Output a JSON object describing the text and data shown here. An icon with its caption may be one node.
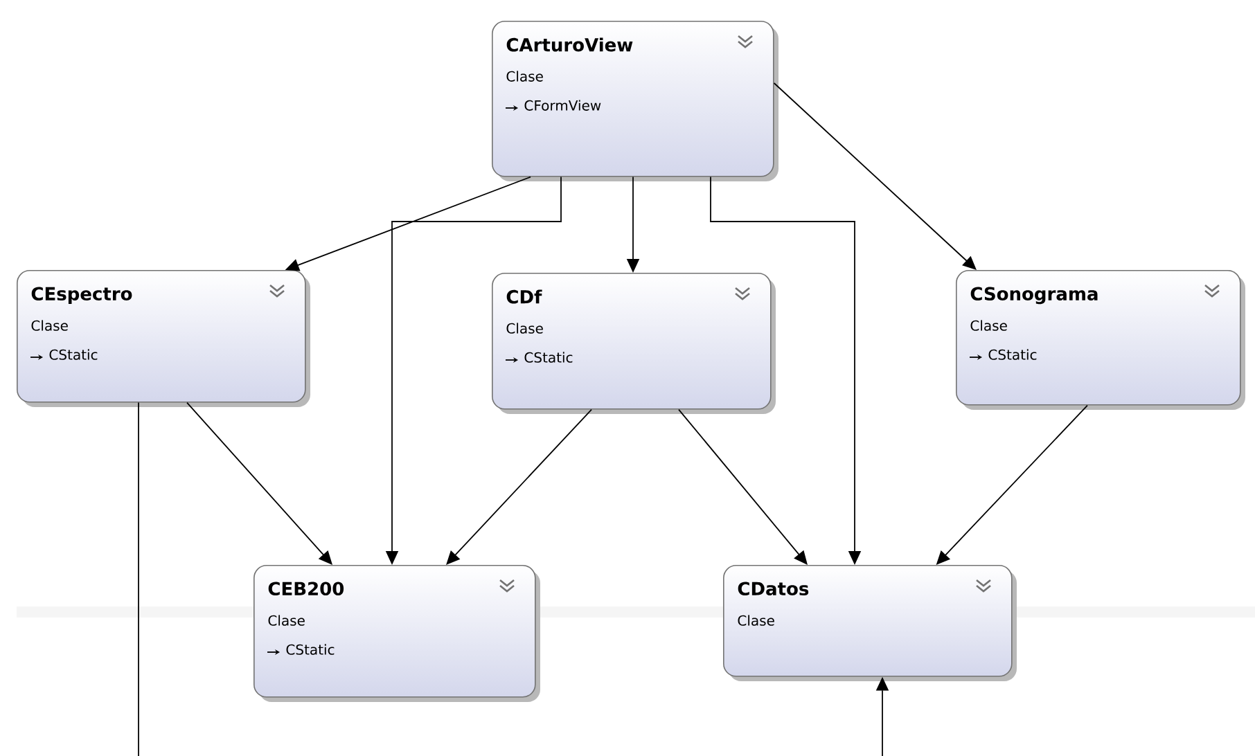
{
  "diagram": {
    "nodes": [
      {
        "text": [
          "CArturoView",
          "Clase",
          "CFormView"
        ]
      },
      {
        "text": [
          "CEspectro",
          "Clase",
          "CStatic"
        ]
      },
      {
        "text": [
          "CDf",
          "Clase",
          "CStatic"
        ]
      },
      {
        "text": [
          "CSonograma",
          "Clase",
          "CStatic"
        ]
      },
      {
        "text": [
          "CEB200",
          "Clase",
          "CStatic"
        ]
      },
      {
        "text": [
          "CDatos",
          "Clase"
        ]
      }
    ],
    "edges": [
      {
        "from": 0,
        "to": 1,
        "arrow": "to"
      },
      {
        "from": 0,
        "to": 4,
        "arrow": "to"
      },
      {
        "from": 0,
        "to": 2,
        "arrow": "to"
      },
      {
        "from": 0,
        "to": 5,
        "arrow": "to"
      },
      {
        "from": 0,
        "to": 3,
        "arrow": "to"
      },
      {
        "from": 1,
        "to": 4,
        "arrow": "to"
      },
      {
        "from": 2,
        "to": 4,
        "arrow": "to"
      },
      {
        "from": 2,
        "to": 5,
        "arrow": "to"
      },
      {
        "from": 3,
        "to": 5,
        "arrow": "to"
      },
      {
        "from": 1,
        "to": null,
        "arrow": "none"
      },
      {
        "from": null,
        "to": 5,
        "arrow": "to"
      }
    ]
  }
}
